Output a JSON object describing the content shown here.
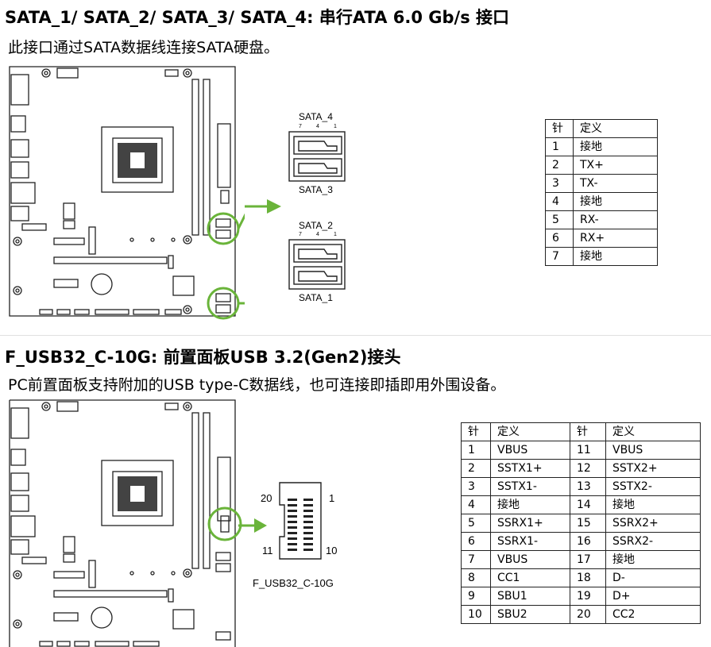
{
  "sections": [
    {
      "title": "SATA_1/ SATA_2/ SATA_3/ SATA_4: 串行ATA 6.0 Gb/s 接口",
      "description": "此接口通过SATA数据线连接SATA硬盘。",
      "connector_labels": {
        "top_label": "SATA_4",
        "top_bottom_label": "SATA_3",
        "bottom_label": "SATA_2",
        "bottom_bottom_label": "SATA_1",
        "pin_marks": [
          "7",
          "4",
          "1"
        ]
      },
      "table": {
        "headers": [
          "针",
          "定义"
        ],
        "rows": [
          [
            "1",
            "接地"
          ],
          [
            "2",
            "TX+"
          ],
          [
            "3",
            "TX-"
          ],
          [
            "4",
            "接地"
          ],
          [
            "5",
            "RX-"
          ],
          [
            "6",
            "RX+"
          ],
          [
            "7",
            "接地"
          ]
        ]
      }
    },
    {
      "title": "F_USB32_C-10G: 前置面板USB 3.2(Gen2)接头",
      "description": "PC前置面板支持附加的USB type-C数据线，也可连接即插即用外围设备。",
      "connector_labels": {
        "name": "F_USB32_C-10G",
        "pin_20": "20",
        "pin_1": "1",
        "pin_11": "11",
        "pin_10": "10"
      },
      "table": {
        "headers": [
          "针",
          "定义",
          "针",
          "定义"
        ],
        "rows": [
          [
            "1",
            "VBUS",
            "11",
            "VBUS"
          ],
          [
            "2",
            "SSTX1+",
            "12",
            "SSTX2+"
          ],
          [
            "3",
            "SSTX1-",
            "13",
            "SSTX2-"
          ],
          [
            "4",
            "接地",
            "14",
            "接地"
          ],
          [
            "5",
            "SSRX1+",
            "15",
            "SSRX2+"
          ],
          [
            "6",
            "SSRX1-",
            "16",
            "SSRX2-"
          ],
          [
            "7",
            "VBUS",
            "17",
            "接地"
          ],
          [
            "8",
            "CC1",
            "18",
            "D-"
          ],
          [
            "9",
            "SBU1",
            "19",
            "D+"
          ],
          [
            "10",
            "SBU2",
            "20",
            "CC2"
          ]
        ]
      }
    }
  ],
  "colors": {
    "highlight": "#6ab43a",
    "ink": "#222222"
  },
  "icons": [
    "motherboard-diagram",
    "sata-connector",
    "usb-c-header",
    "arrow-right-icon"
  ]
}
